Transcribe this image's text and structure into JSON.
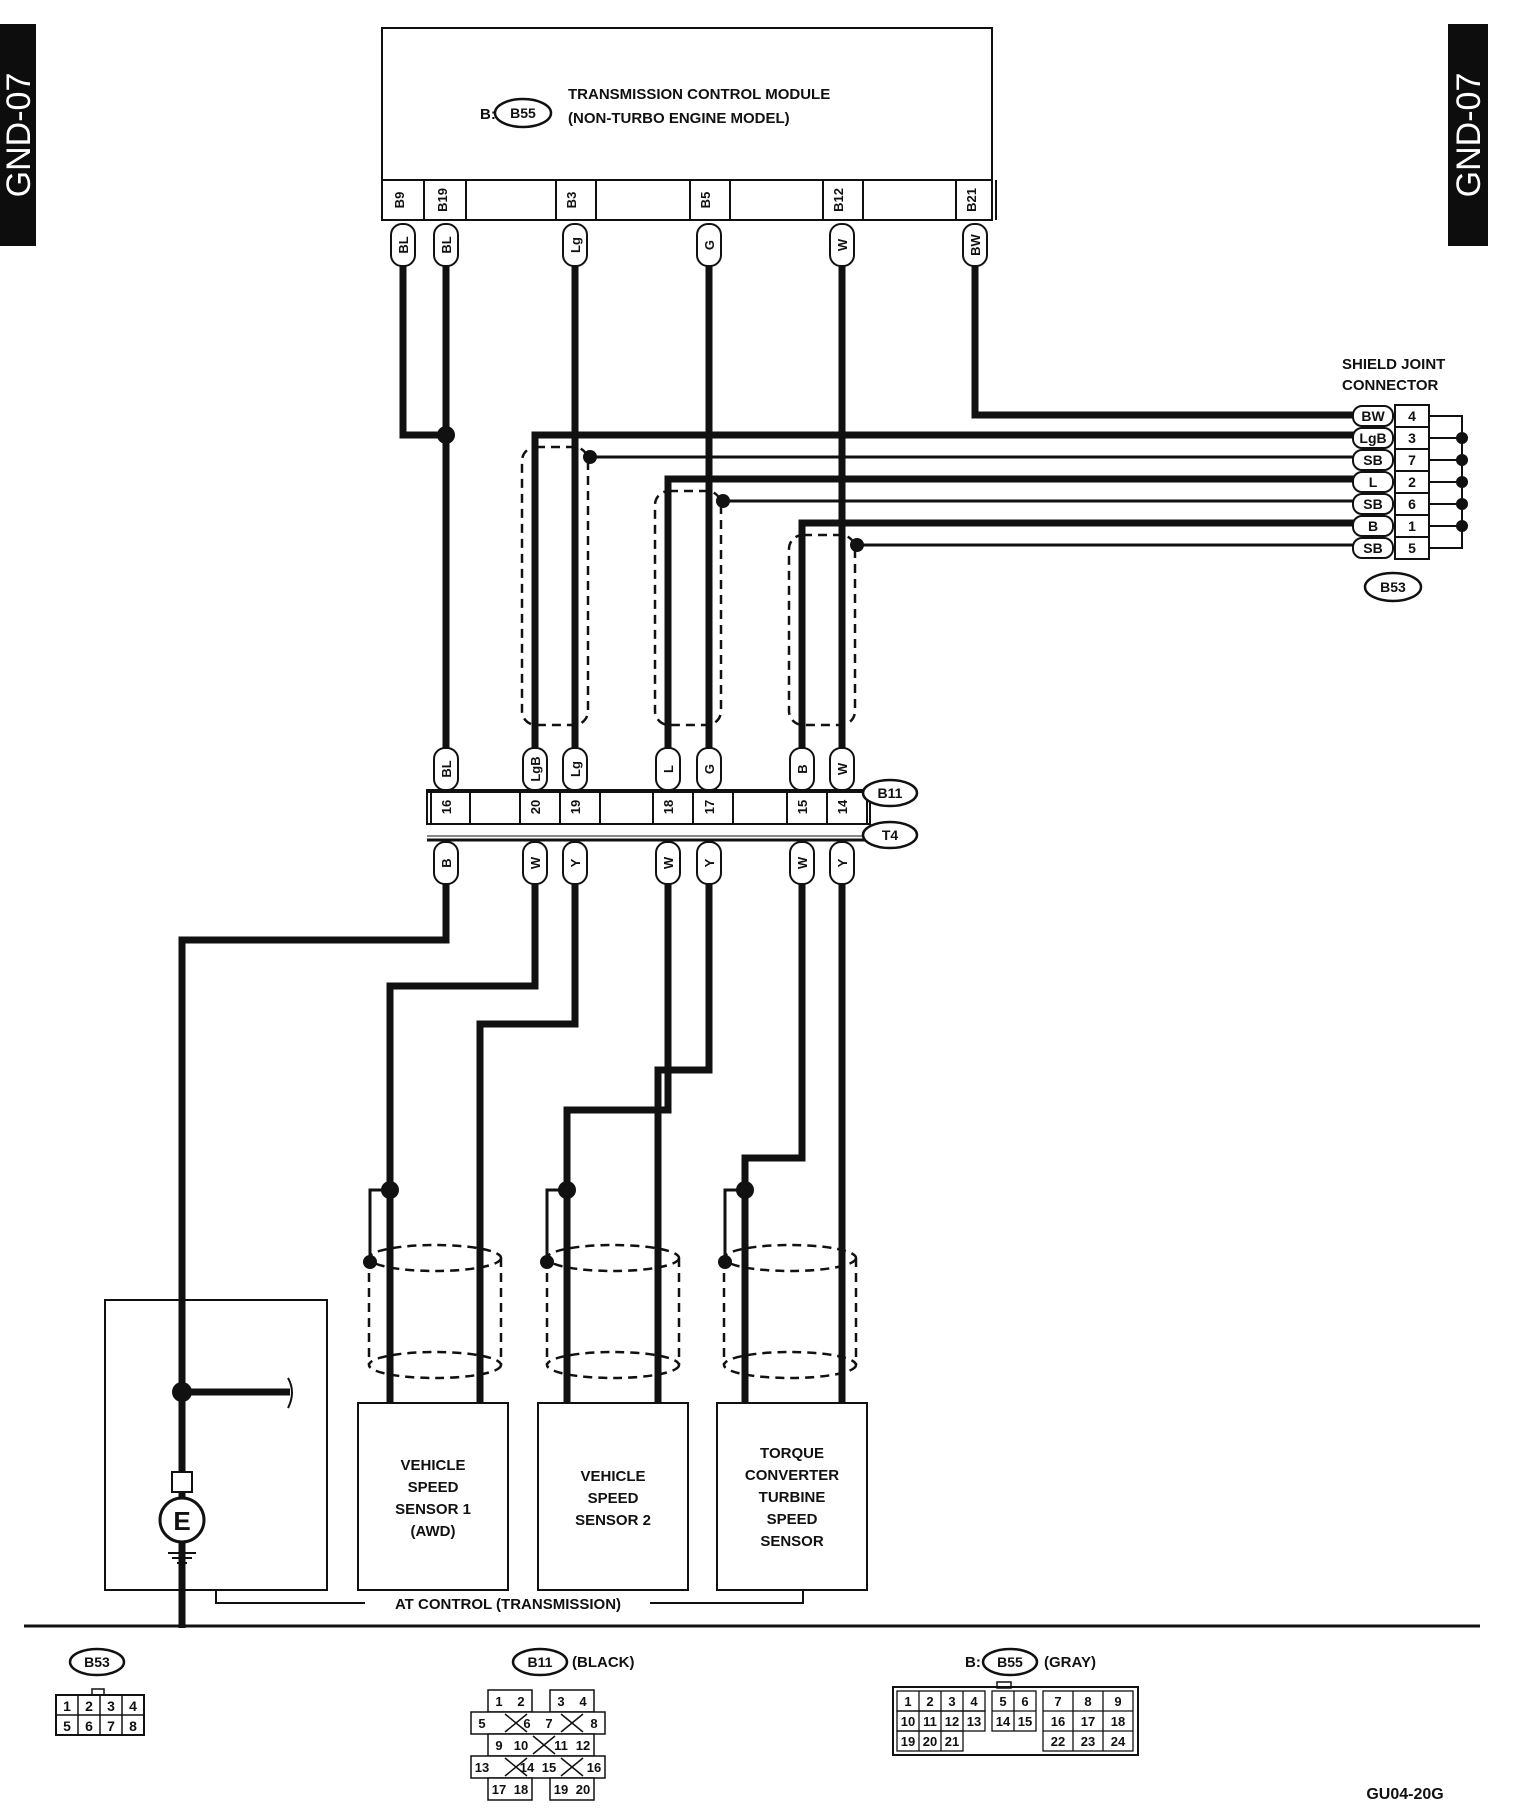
{
  "page_tabs": {
    "left": "GND-07",
    "right": "GND-07"
  },
  "tcm": {
    "prefix": "B:",
    "connector": "B55",
    "title_line1": "TRANSMISSION CONTROL MODULE",
    "title_line2": "(NON-TURBO ENGINE MODEL)",
    "pins": [
      {
        "pin": "B9",
        "wire": "BL"
      },
      {
        "pin": "B19",
        "wire": "BL"
      },
      {
        "pin": "B3",
        "wire": "Lg"
      },
      {
        "pin": "B5",
        "wire": "G"
      },
      {
        "pin": "B12",
        "wire": "W"
      },
      {
        "pin": "B21",
        "wire": "BW"
      }
    ]
  },
  "shield_joint": {
    "title_line1": "SHIELD JOINT",
    "title_line2": "CONNECTOR",
    "connector": "B53",
    "rows": [
      {
        "wire": "BW",
        "pin": "4"
      },
      {
        "wire": "LgB",
        "pin": "3"
      },
      {
        "wire": "SB",
        "pin": "7"
      },
      {
        "wire": "L",
        "pin": "2"
      },
      {
        "wire": "SB",
        "pin": "6"
      },
      {
        "wire": "B",
        "pin": "1"
      },
      {
        "wire": "SB",
        "pin": "5"
      }
    ]
  },
  "junction": {
    "upper_connector": "B11",
    "lower_connector": "T4",
    "pins": [
      {
        "upper": "BL",
        "num": "16",
        "lower": "B"
      },
      {
        "upper": "LgB",
        "num": "20",
        "lower": "W"
      },
      {
        "upper": "Lg",
        "num": "19",
        "lower": "Y"
      },
      {
        "upper": "L",
        "num": "18",
        "lower": "W"
      },
      {
        "upper": "G",
        "num": "17",
        "lower": "Y"
      },
      {
        "upper": "B",
        "num": "15",
        "lower": "W"
      },
      {
        "upper": "W",
        "num": "14",
        "lower": "Y"
      }
    ]
  },
  "sensors": [
    {
      "lines": [
        "VEHICLE",
        "SPEED",
        "SENSOR 1",
        "(AWD)"
      ]
    },
    {
      "lines": [
        "VEHICLE",
        "SPEED",
        "SENSOR 2"
      ]
    },
    {
      "lines": [
        "TORQUE",
        "CONVERTER",
        "TURBINE",
        "SPEED",
        "SENSOR"
      ]
    }
  ],
  "ground_symbol": "E",
  "at_control_label": "AT CONTROL (TRANSMISSION)",
  "legend": {
    "b53": {
      "name": "B53",
      "rows": [
        [
          "1",
          "2",
          "3",
          "4"
        ],
        [
          "5",
          "6",
          "7",
          "8"
        ]
      ]
    },
    "b11": {
      "name": "B11",
      "color": "(BLACK)",
      "rows": [
        [
          "1",
          "2",
          "3",
          "4"
        ],
        [
          "5",
          "6",
          "7",
          "8"
        ],
        [
          "9",
          "10",
          "11",
          "12"
        ],
        [
          "13",
          "14",
          "15",
          "16"
        ],
        [
          "17",
          "18",
          "19",
          "20"
        ]
      ]
    },
    "b55": {
      "prefix": "B:",
      "name": "B55",
      "color": "(GRAY)",
      "groupA": [
        [
          "1",
          "2",
          "3",
          "4"
        ],
        [
          "10",
          "11",
          "12",
          "13"
        ],
        [
          "19",
          "20",
          "21"
        ]
      ],
      "groupB": [
        [
          "5",
          "6"
        ],
        [
          "14",
          "15"
        ]
      ],
      "groupC": [
        [
          "7",
          "8",
          "9"
        ],
        [
          "16",
          "17",
          "18"
        ],
        [
          "22",
          "23",
          "24"
        ]
      ]
    }
  },
  "figure_id": "GU04-20G"
}
